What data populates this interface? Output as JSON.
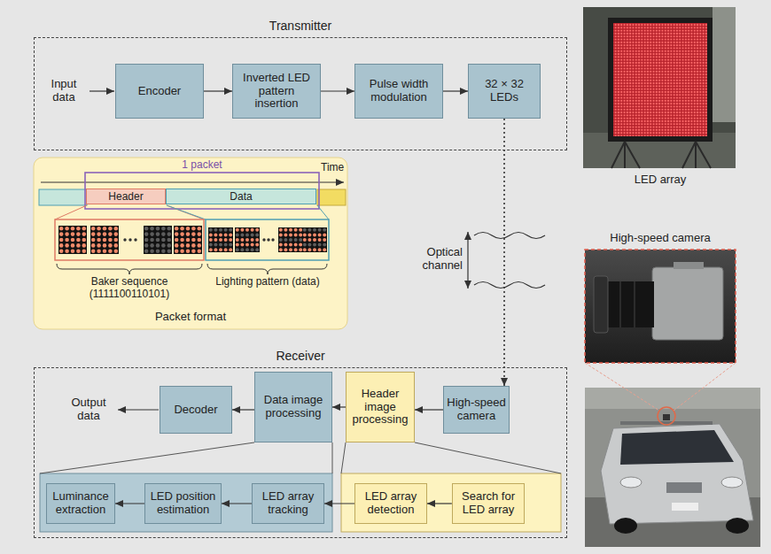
{
  "diagram": {
    "nodes": [
      {
        "text": [
          "Transmitter"
        ]
      },
      {
        "text": [
          "Encoder"
        ],
        "in": 0
      },
      {
        "text": [
          "Inverted LED pattern insertion"
        ],
        "in": 0
      },
      {
        "text": [
          "Pulse width modulation"
        ],
        "in": 0
      },
      {
        "text": [
          "32 × 32 LEDs"
        ],
        "in": 0
      },
      {
        "text": [
          "Packet format"
        ]
      },
      {
        "text": [
          "Header"
        ],
        "in": 5
      },
      {
        "text": [
          "Data"
        ],
        "in": 5
      },
      {
        "text": [
          "Receiver"
        ]
      },
      {
        "text": [
          "Decoder"
        ],
        "in": 8
      },
      {
        "text": [
          "Data image processing"
        ],
        "in": 8
      },
      {
        "text": [
          "Header image processing"
        ],
        "in": 8
      },
      {
        "text": [
          "High-speed camera"
        ],
        "in": 8
      },
      {
        "text": [
          "Luminance extraction"
        ],
        "in": 8
      },
      {
        "text": [
          "LED position estimation"
        ],
        "in": 8
      },
      {
        "text": [
          "LED array tracking"
        ],
        "in": 8
      },
      {
        "text": [
          "LED array detection"
        ],
        "in": 8
      },
      {
        "text": [
          "Search for LED array"
        ],
        "in": 8
      }
    ],
    "edges": [
      {
        "from": 1,
        "to": 2,
        "arrow": "to"
      },
      {
        "from": 2,
        "to": 3,
        "arrow": "to"
      },
      {
        "from": 3,
        "to": 4,
        "arrow": "to"
      },
      {
        "from": 4,
        "to": 12,
        "arrow": "to"
      },
      {
        "from": 12,
        "to": 11,
        "arrow": "to"
      },
      {
        "from": 11,
        "to": 10,
        "arrow": "to"
      },
      {
        "from": 10,
        "to": 9,
        "arrow": "to"
      },
      {
        "from": 17,
        "to": 16,
        "arrow": "to"
      },
      {
        "from": 16,
        "to": 15,
        "arrow": "to"
      },
      {
        "from": 15,
        "to": 14,
        "arrow": "to"
      },
      {
        "from": 14,
        "to": 13,
        "arrow": "to"
      }
    ],
    "labels": [
      "Input data",
      "Output data",
      "1 packet",
      "Time",
      "Baker sequence (1111100110101)",
      "Lighting pattern (data)",
      "Optical channel",
      "LED array",
      "High-speed camera"
    ]
  }
}
